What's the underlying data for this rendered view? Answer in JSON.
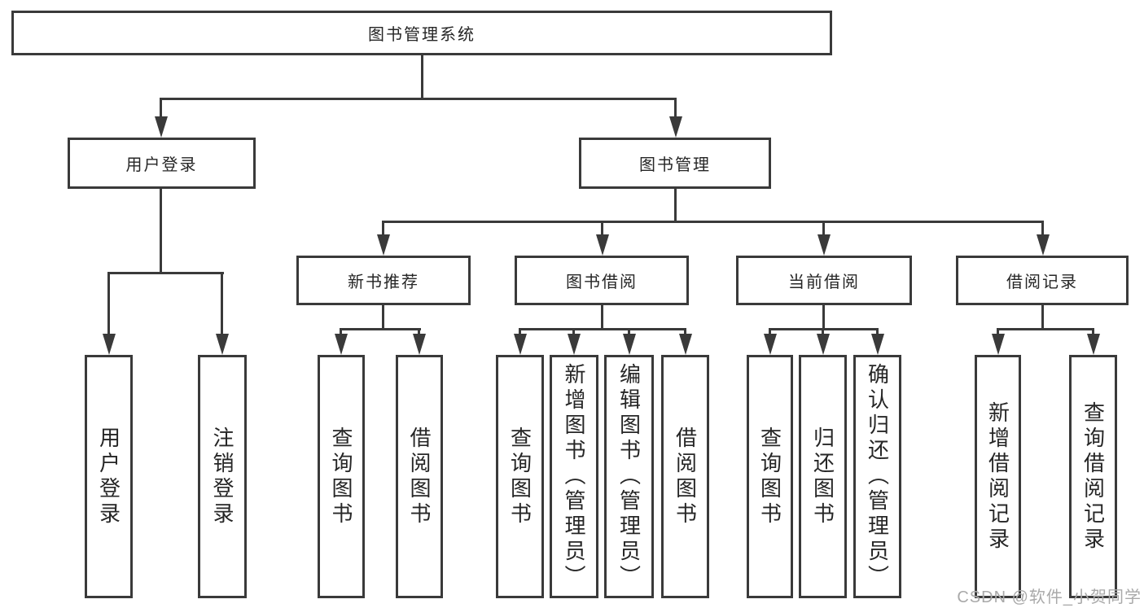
{
  "root": {
    "label": "图书管理系统",
    "children": [
      {
        "label": "用户登录",
        "children": [
          {
            "label": "用户登录"
          },
          {
            "label": "注销登录"
          }
        ]
      },
      {
        "label": "图书管理",
        "children": [
          {
            "label": "新书推荐",
            "children": [
              {
                "label": "查询图书"
              },
              {
                "label": "借阅图书"
              }
            ]
          },
          {
            "label": "图书借阅",
            "children": [
              {
                "label": "查询图书"
              },
              {
                "label": "新增图书（管理员）"
              },
              {
                "label": "编辑图书（管理员）"
              },
              {
                "label": "借阅图书"
              }
            ]
          },
          {
            "label": "当前借阅",
            "children": [
              {
                "label": "查询图书"
              },
              {
                "label": "归还图书"
              },
              {
                "label": "确认归还（管理员）"
              }
            ]
          },
          {
            "label": "借阅记录",
            "children": [
              {
                "label": "新增借阅记录"
              },
              {
                "label": "查询借阅记录"
              }
            ]
          }
        ]
      }
    ]
  },
  "watermark": "CSDN @软件_小贺同学",
  "colors": {
    "line": "#3a3a3a",
    "box_border": "#3a3a3a",
    "text": "#262626",
    "watermark": "#a9a9a9",
    "background": "#ffffff"
  }
}
